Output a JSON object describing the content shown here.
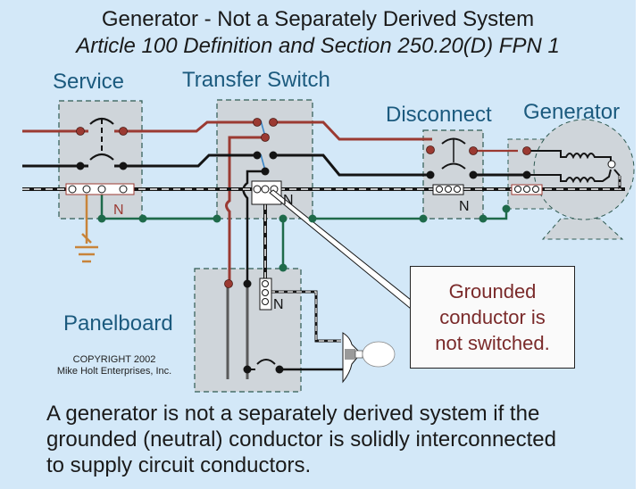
{
  "title": "Generator - Not a Separately Derived System",
  "subtitle": "Article 100 Definition and Section 250.20(D) FPN 1",
  "labels": {
    "service": "Service",
    "transfer_switch": "Transfer Switch",
    "disconnect": "Disconnect",
    "generator": "Generator",
    "panelboard": "Panelboard",
    "neutral_marker": "N"
  },
  "copyright": {
    "line1": "COPYRIGHT 2002",
    "line2": "Mike Holt Enterprises, Inc."
  },
  "callout": {
    "lines": [
      "Grounded",
      "conductor is",
      "not switched."
    ]
  },
  "footer": {
    "lines": [
      "A generator is not a separately derived system if the",
      "grounded (neutral) conductor is solidly interconnected",
      "to supply circuit conductors."
    ]
  },
  "colors": {
    "background": "#d3e8f8",
    "enclosure": "#cfd5da",
    "ungrounded_red": "#9b3a32",
    "ungrounded_black": "#141414",
    "equipment_ground_green": "#1e6a4a",
    "grounding_electrode_orange": "#c8843a",
    "label_blue": "#1b5a7e",
    "callout_text": "#7a2a2a",
    "switch_blade_blue": "#3a86c8"
  }
}
